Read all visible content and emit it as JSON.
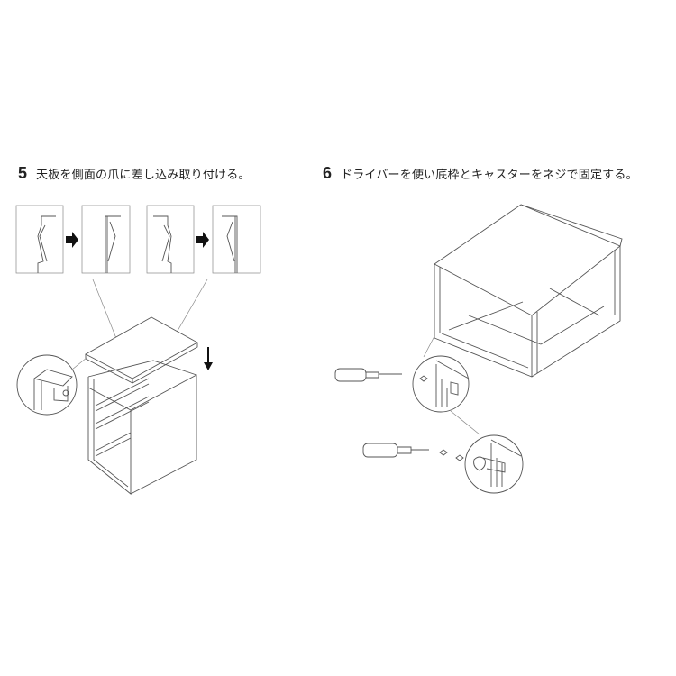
{
  "steps": [
    {
      "number": "5",
      "text": "天板を側面の爪に差し込み取り付ける。"
    },
    {
      "number": "6",
      "text": "ドライバーを使い底枠とキャスターをネジで固定する。"
    }
  ],
  "diagram": {
    "step5": {
      "detail_panels": 4,
      "arrows_between_panels": 2,
      "main": "top panel being lowered onto drawer cabinet",
      "callout": "circle detail of corner tab"
    },
    "step6": {
      "main": "inverted cabinet frame showing base",
      "tools": [
        "screwdriver",
        "screwdriver"
      ],
      "callouts": [
        "base frame screw",
        "caster screw"
      ]
    }
  }
}
